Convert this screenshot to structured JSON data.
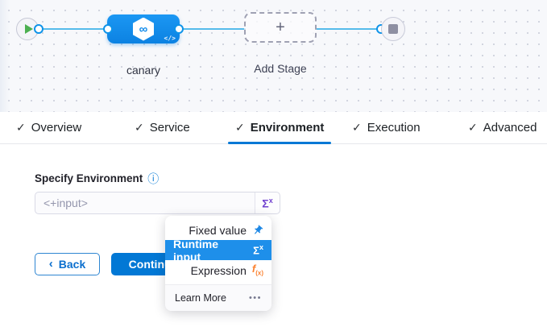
{
  "colors": {
    "accent": "#0278d5",
    "node_blue": "#0f8aeb",
    "connector_blue": "#55bbea",
    "highlight_blue": "#1e8fea",
    "sigma_purple": "#7142cf",
    "expression_orange": "#fb8332",
    "play_green": "#4caf50"
  },
  "icons": {
    "check": "✓",
    "info": "ⓘ",
    "plus": "+",
    "infinity": "∞",
    "code": "</>",
    "sigma": "Σ",
    "sigma_sup": "x",
    "fx_main": "f",
    "fx_sub": "(x)",
    "back_chevron": "‹",
    "ellipsis": "•••"
  },
  "canvas": {
    "stage_label": "canary",
    "add_stage_label": "Add Stage"
  },
  "tabs": [
    {
      "label": "Overview",
      "checked": true,
      "active": false
    },
    {
      "label": "Service",
      "checked": true,
      "active": false
    },
    {
      "label": "Environment",
      "checked": true,
      "active": true
    },
    {
      "label": "Execution",
      "checked": true,
      "active": false
    },
    {
      "label": "Advanced",
      "checked": true,
      "active": false
    }
  ],
  "form": {
    "label": "Specify Environment",
    "input_value": "<+input>"
  },
  "buttons": {
    "back": "Back",
    "continue": "Continue"
  },
  "dropdown": {
    "items": [
      {
        "label": "Fixed value",
        "icon": "pin",
        "selected": false
      },
      {
        "label": "Runtime input",
        "icon": "sigma",
        "selected": true
      },
      {
        "label": "Expression",
        "icon": "fx",
        "selected": false
      }
    ],
    "footer_label": "Learn More"
  }
}
